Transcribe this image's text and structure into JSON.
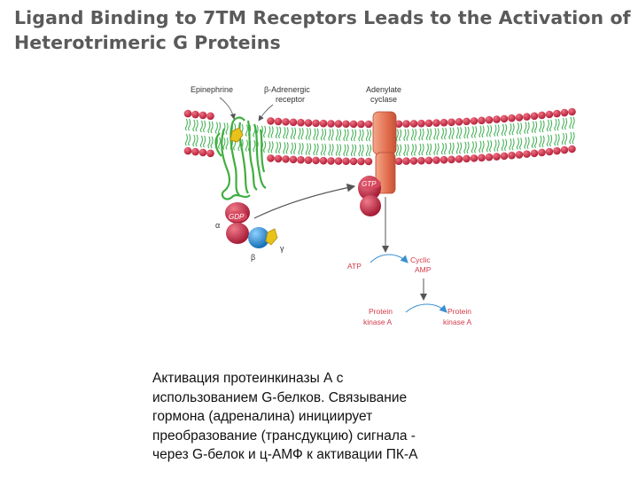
{
  "title": {
    "line1": "Ligand Binding to 7TM Receptors Leads to the Activation of",
    "line2": "Heterotrimeric G Proteins"
  },
  "labels": {
    "epinephrine": "Epinephrine",
    "receptor_line1": "β-Adrenergic",
    "receptor_line2": "receptor",
    "cyclase_line1": "Adenylate",
    "cyclase_line2": "cyclase",
    "gtp": "GTP",
    "gdp": "GDP",
    "alpha": "α",
    "beta": "β",
    "gamma": "γ",
    "atp": "ATP",
    "camp_line1": "Cyclic",
    "camp_line2": "AMP",
    "pka_inactive_line1": "Protein",
    "pka_inactive_line2": "kinase A",
    "pka_active_line1": "Protein",
    "pka_active_line2": "kinase A"
  },
  "caption": {
    "line1": "Активация протеинкиназы А  с",
    "line2": "использованием G-белков. Связывание",
    "line3": "гормона (адреналина) инициирует",
    "line4": "преобразование (трансдукцию) сигнала -",
    "line5": "через G-белок и ц-АМФ к активации ПК-А"
  },
  "colors": {
    "membrane_head": "#d9304a",
    "membrane_tail": "#49b35a",
    "receptor": "#3fae3f",
    "ligand": "#e8c21a",
    "cyclase": "#e87f5c",
    "g_alpha": "#b8213c",
    "g_beta": "#1e8fd6",
    "g_gamma": "#e8c21a",
    "text_red": "#d23a4a",
    "title": "#5a5a5a"
  }
}
